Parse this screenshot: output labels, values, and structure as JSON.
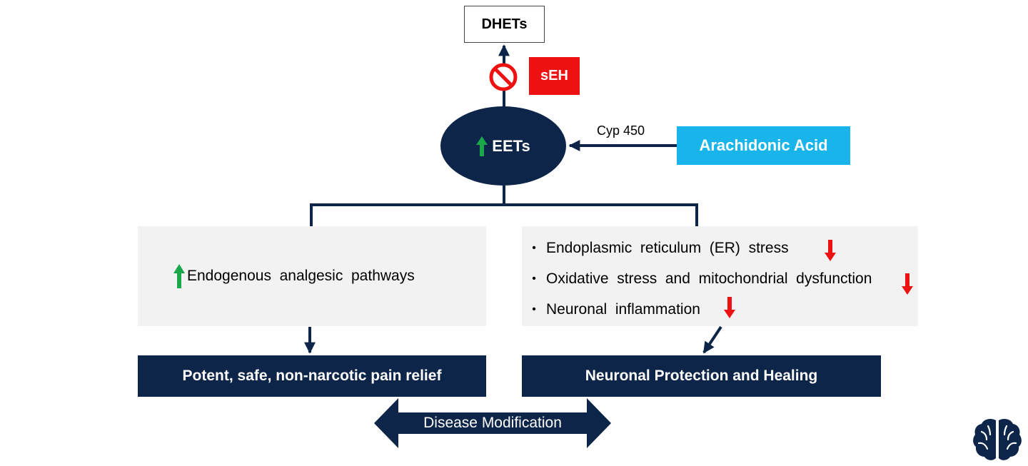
{
  "nodes": {
    "dhets": "DHETs",
    "seh": "sEH",
    "eets": "EETs",
    "cyp_label": "Cyp 450",
    "arachidonic_acid": "Arachidonic Acid"
  },
  "left_panel": {
    "text": "Endogenous  analgesic  pathways",
    "indicator": "increase"
  },
  "right_panel": {
    "items": [
      {
        "bullet": "•",
        "text": "Endoplasmic  reticulum  (ER)  stress",
        "indicator": "decrease"
      },
      {
        "bullet": "•",
        "text": "Oxidative  stress  and  mitochondrial  dysfunction",
        "indicator": "decrease"
      },
      {
        "bullet": "•",
        "text": "Neuronal  inflammation",
        "indicator": "decrease"
      }
    ]
  },
  "outcomes": {
    "pain_relief": "Potent, safe, non-narcotic pain relief",
    "neuronal": "Neuronal Protection and Healing"
  },
  "disease_modification": "Disease Modification",
  "icons": {
    "inhibition": "prohibition-icon",
    "increase": "green-up-arrow-icon",
    "decrease": "red-down-arrow-icon",
    "logo": "brain-logo-icon"
  },
  "colors": {
    "navy": "#0c2548",
    "seh_red": "#ee1111",
    "aa_blue": "#19b4ea",
    "panel_grey": "#f2f2f2",
    "increase_green": "#1aa84a",
    "decrease_red": "#ee1111"
  }
}
